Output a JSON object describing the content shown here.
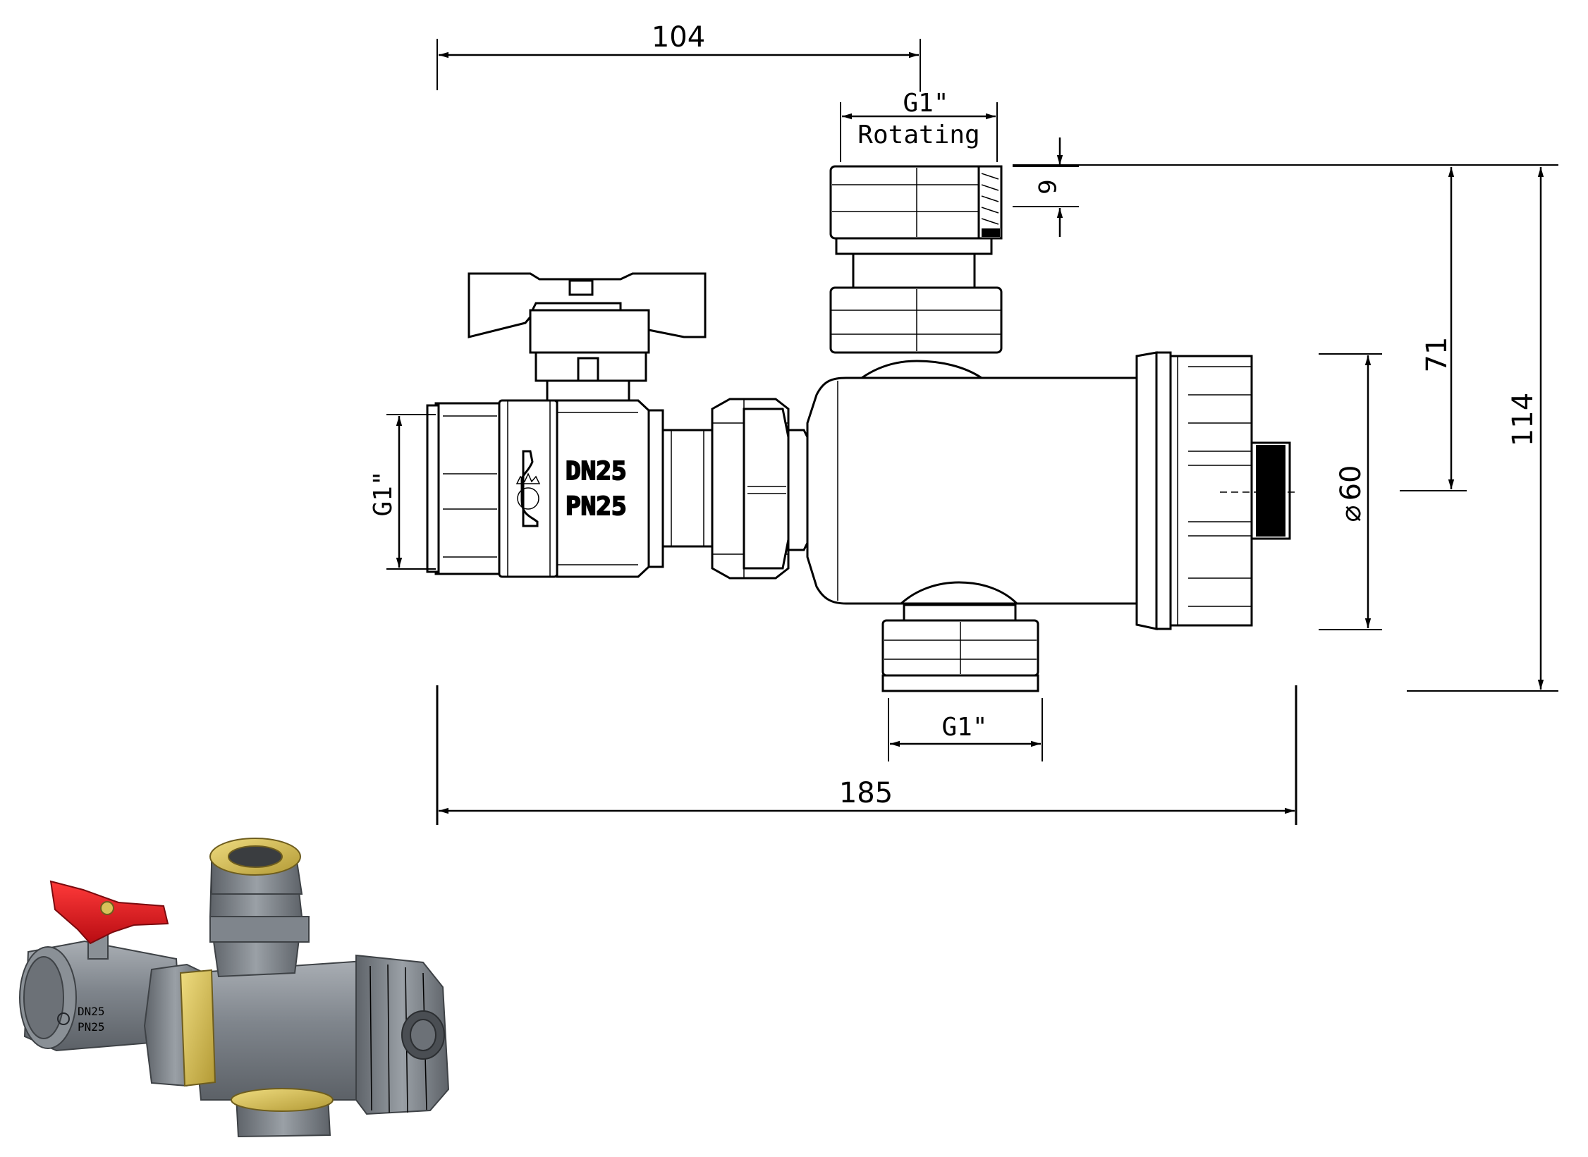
{
  "dimensions": {
    "top_length": "104",
    "total_length": "185",
    "top_thread": "G1\"",
    "rotating_label": "Rotating",
    "nut_height": "9",
    "height_to_axis": "71",
    "total_height": "114",
    "body_diameter": "60",
    "left_thread": "G1\"",
    "bottom_thread": "G1\""
  },
  "valve_marking": {
    "dn": "DN25",
    "pn": "PN25"
  },
  "colors": {
    "lines": "#000000",
    "render_body": "#7f858c",
    "render_brass": "#d8c25a",
    "render_handle": "#e0141c"
  },
  "icons": {
    "diameter_symbol": "diameter-icon",
    "crown_logo": "crown-logo-icon"
  }
}
